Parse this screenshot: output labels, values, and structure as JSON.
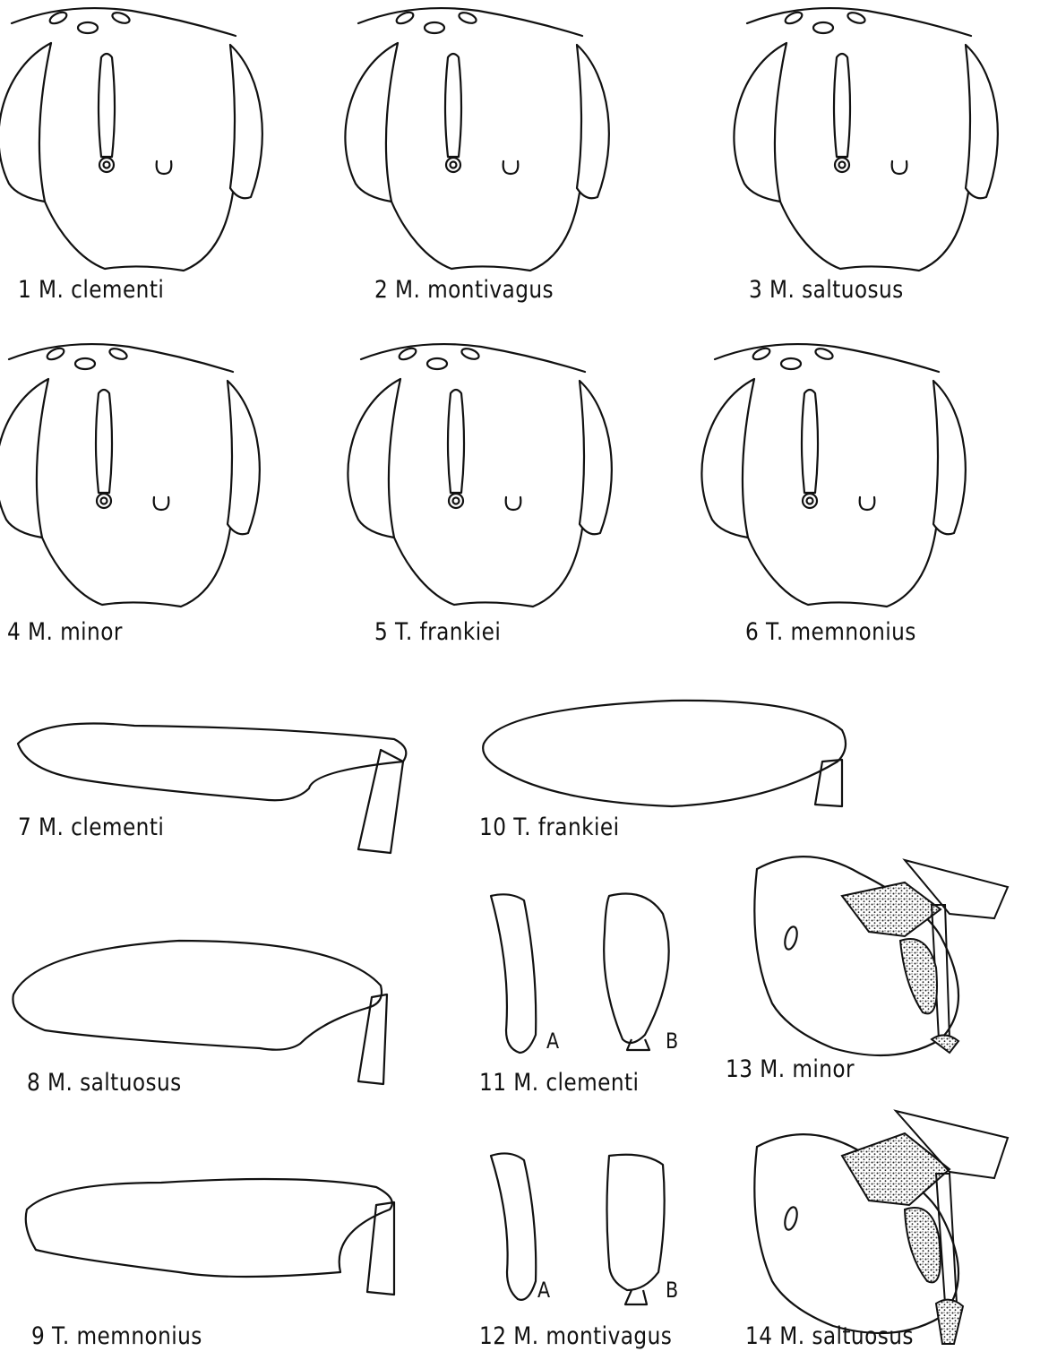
{
  "figures": [
    {
      "number": "1",
      "species": "M. clementi"
    },
    {
      "number": "2",
      "species": "M. montivagus"
    },
    {
      "number": "3",
      "species": "M. saltuosus"
    },
    {
      "number": "4",
      "species": "M. minor"
    },
    {
      "number": "5",
      "species": "T. frankiei"
    },
    {
      "number": "6",
      "species": "T. memnonius"
    },
    {
      "number": "7",
      "species": "M. clementi"
    },
    {
      "number": "8",
      "species": "M. saltuosus"
    },
    {
      "number": "9",
      "species": "T. memnonius"
    },
    {
      "number": "10",
      "species": "T. frankiei"
    },
    {
      "number": "11",
      "species": "M. clementi"
    },
    {
      "number": "12",
      "species": "M. montivagus"
    },
    {
      "number": "13",
      "species": "M. minor"
    },
    {
      "number": "14",
      "species": "M. saltuosus"
    }
  ],
  "part_labels": {
    "a": "A",
    "b": "B"
  },
  "colors": {
    "ink": "#111111",
    "background": "#ffffff"
  }
}
